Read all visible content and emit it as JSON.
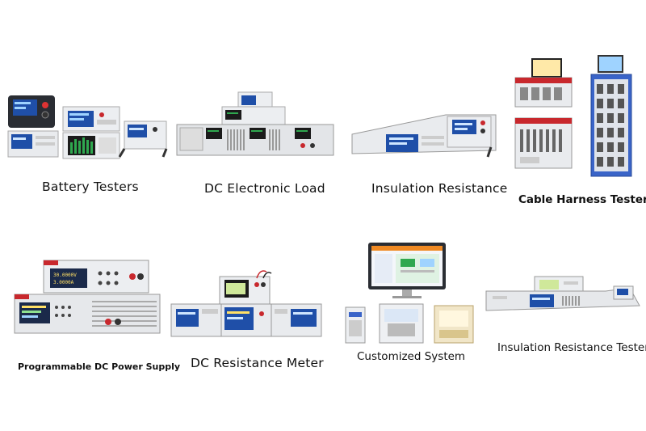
{
  "products": [
    {
      "label": "Battery Testers"
    },
    {
      "label": "DC Electronic Load"
    },
    {
      "label": "Insulation Resistance"
    },
    {
      "label": "Cable Harness Tester"
    },
    {
      "label": "Programmable DC Power Supply"
    },
    {
      "label": "DC Resistance Meter"
    },
    {
      "label": "Customized System"
    },
    {
      "label": "Insulation Resistance Tester"
    }
  ],
  "instrument_readouts": {
    "power_supply_line1": "30.0000V",
    "power_supply_line2": "3.0000A"
  },
  "colors": {
    "screen_blue": "#1f4fa8",
    "screen_green": "#2fa84f",
    "chassis_light": "#e9ebee",
    "chassis_dark": "#2a2d33",
    "brand_red": "#c8282d",
    "cabinet_blue": "#3a64c8"
  }
}
